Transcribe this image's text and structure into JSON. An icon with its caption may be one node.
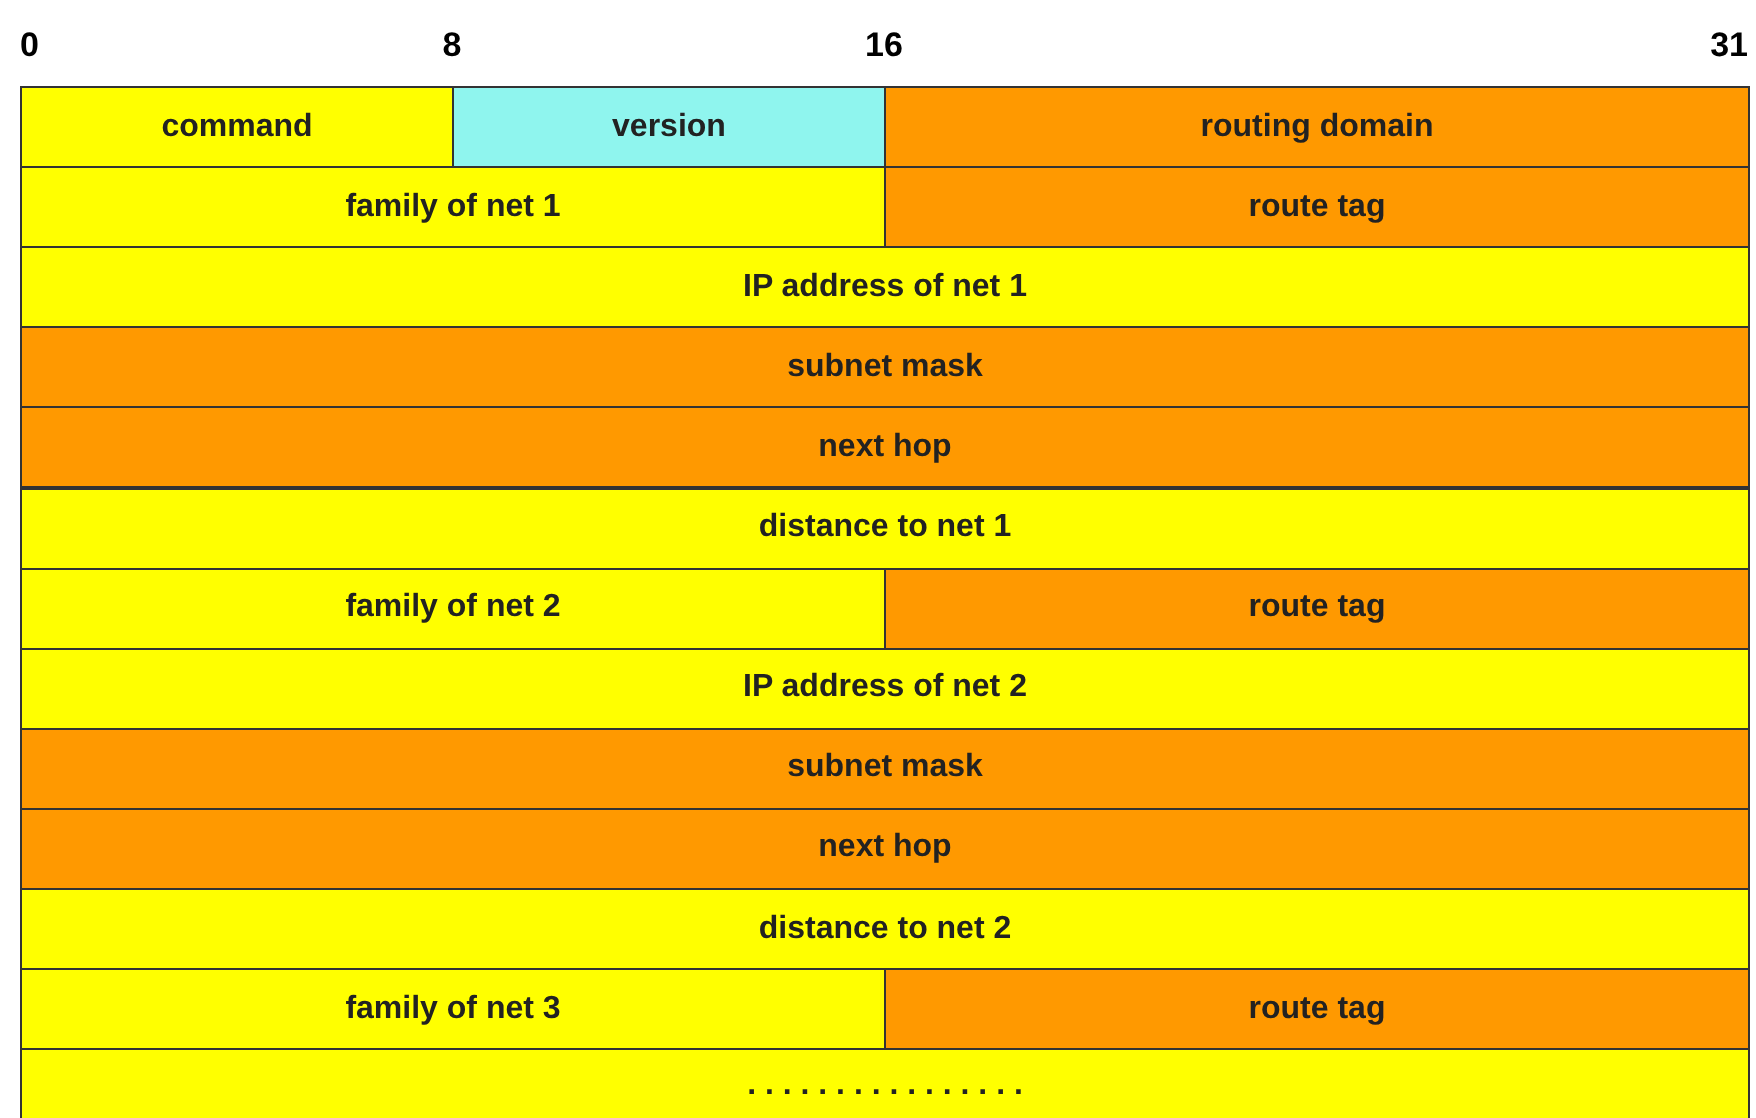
{
  "diagram": {
    "nodes": [
      {
        "text": [
          "command"
        ]
      },
      {
        "text": [
          "version"
        ]
      },
      {
        "text": [
          "routing domain"
        ]
      },
      {
        "text": [
          "family of net 1"
        ]
      },
      {
        "text": [
          "route tag"
        ]
      },
      {
        "text": [
          "IP address of net 1"
        ]
      },
      {
        "text": [
          "subnet mask"
        ]
      },
      {
        "text": [
          "next hop"
        ]
      },
      {
        "text": [
          "distance to net 1"
        ]
      },
      {
        "text": [
          "family of net 2"
        ]
      },
      {
        "text": [
          "route tag"
        ]
      },
      {
        "text": [
          "IP address of net 2"
        ]
      },
      {
        "text": [
          "subnet mask"
        ]
      },
      {
        "text": [
          "next hop"
        ]
      },
      {
        "text": [
          "distance to net 2"
        ]
      },
      {
        "text": [
          "family of net 3"
        ]
      },
      {
        "text": [
          "route tag"
        ]
      },
      {
        "text": [
          ". . . . . . . . . . . . . . . ."
        ]
      }
    ],
    "labels": [
      "0",
      "8",
      "16",
      "31"
    ]
  }
}
